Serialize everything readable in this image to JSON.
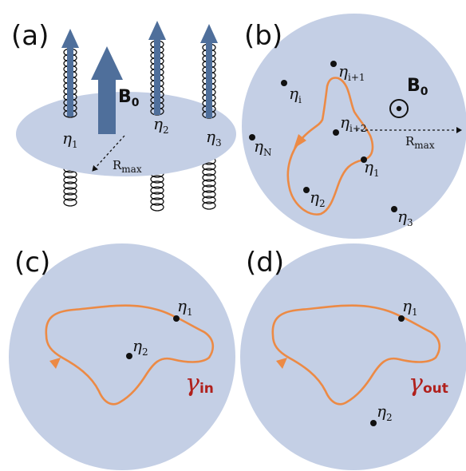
{
  "colors": {
    "disk": "#c4cfe5",
    "arrow": "#4f6f9b",
    "loop": "#ec8a45",
    "gamma": "#b0201c",
    "ink": "#111111"
  },
  "panels": {
    "a": {
      "label": "(a)",
      "field": {
        "B": "B",
        "sub": "0"
      },
      "vortices": [
        {
          "sym": "η",
          "sub": "1"
        },
        {
          "sym": "η",
          "sub": "2"
        },
        {
          "sym": "η",
          "sub": "3"
        }
      ],
      "radius": {
        "R": "R",
        "sub": "max"
      }
    },
    "b": {
      "label": "(b)",
      "field": {
        "B": "B",
        "sub": "0",
        "icon": "out-of-plane-dot-icon"
      },
      "vortices": [
        {
          "sym": "η",
          "sub": "i+1"
        },
        {
          "sym": "η",
          "sub": "i"
        },
        {
          "sym": "η",
          "sub": "i+2"
        },
        {
          "sym": "η",
          "sub": "N"
        },
        {
          "sym": "η",
          "sub": "1"
        },
        {
          "sym": "η",
          "sub": "2"
        },
        {
          "sym": "η",
          "sub": "3"
        }
      ],
      "radius": {
        "R": "R",
        "sub": "max"
      }
    },
    "c": {
      "label": "(c)",
      "vortices": [
        {
          "sym": "η",
          "sub": "1"
        },
        {
          "sym": "η",
          "sub": "2"
        }
      ],
      "loop": {
        "sym": "γ",
        "sub": "in"
      }
    },
    "d": {
      "label": "(d)",
      "vortices": [
        {
          "sym": "η",
          "sub": "1"
        },
        {
          "sym": "η",
          "sub": "2"
        }
      ],
      "loop": {
        "sym": "γ",
        "sub": "out"
      }
    }
  }
}
